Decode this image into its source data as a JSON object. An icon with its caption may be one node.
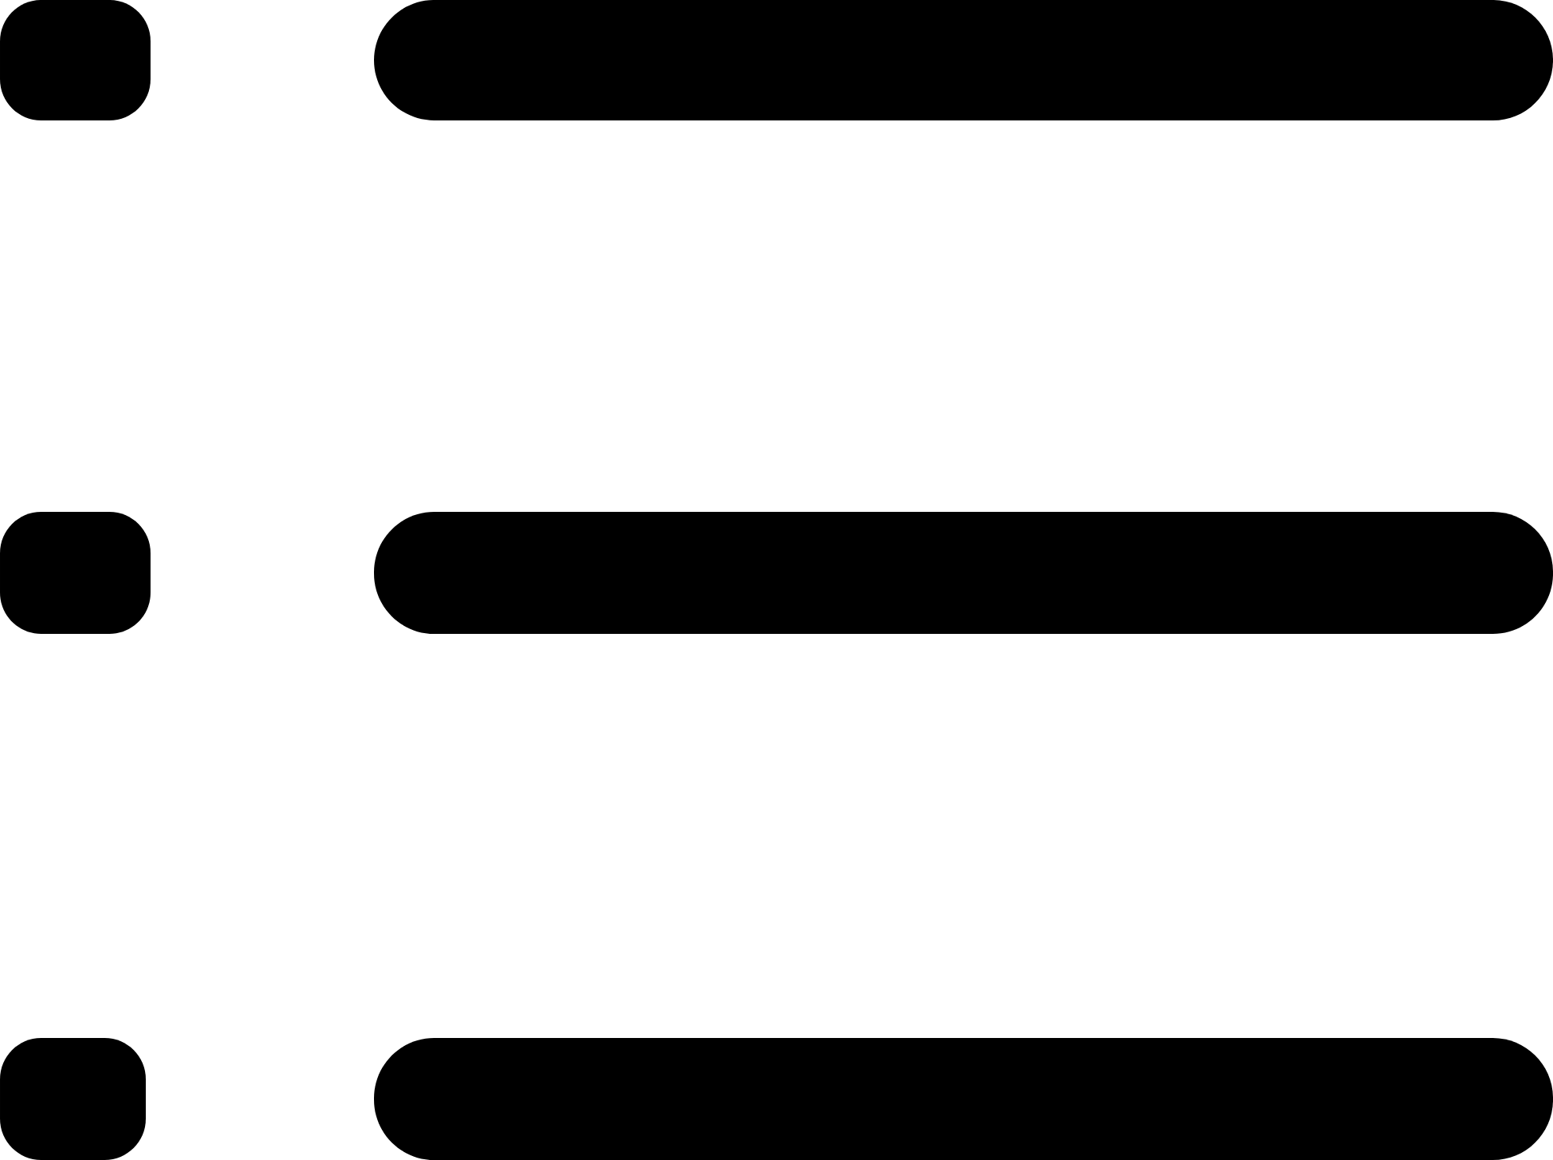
{
  "diagram": {
    "nodes": [
      {
        "text": [],
        "shape": "box"
      },
      {
        "text": [],
        "shape": "bar"
      },
      {
        "text": [],
        "shape": "box"
      },
      {
        "text": [],
        "shape": "bar"
      },
      {
        "text": [],
        "shape": "box"
      },
      {
        "text": [],
        "shape": "bar"
      }
    ]
  }
}
